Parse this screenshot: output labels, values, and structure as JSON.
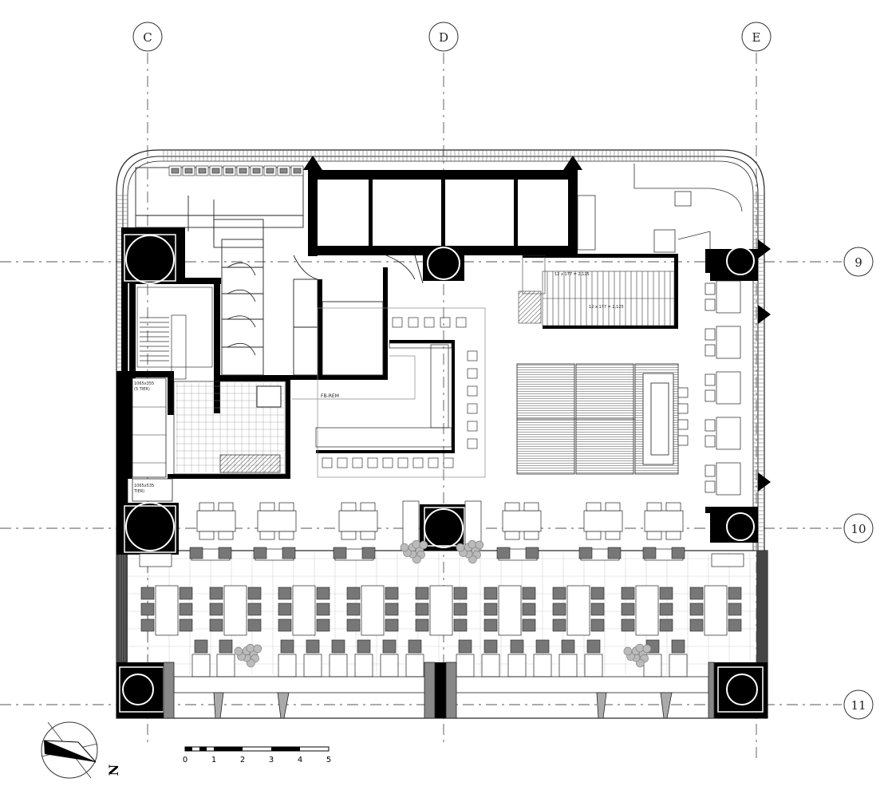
{
  "grid": {
    "columns": [
      "C",
      "D",
      "E"
    ],
    "rows": [
      "9",
      "10",
      "11"
    ]
  },
  "stair_labels": {
    "upper": "12 x 177 = 2,125",
    "lower": "12 x 177 = 2,125"
  },
  "kitchen_label": "FB-REM",
  "storage_labels": [
    "1065x355",
    "(5 TIER)"
  ],
  "storage_labels_b": [
    "1065x535",
    "TIER)"
  ],
  "north_label": "N",
  "scale_bar": {
    "ticks": [
      "0",
      "1",
      "2",
      "3",
      "4",
      "5"
    ]
  },
  "colors": {
    "wall": "#000000",
    "line": "#222222",
    "gridline": "#555555",
    "terrace_grid": "#cfcfcf",
    "planting": "#9a9a9a"
  }
}
